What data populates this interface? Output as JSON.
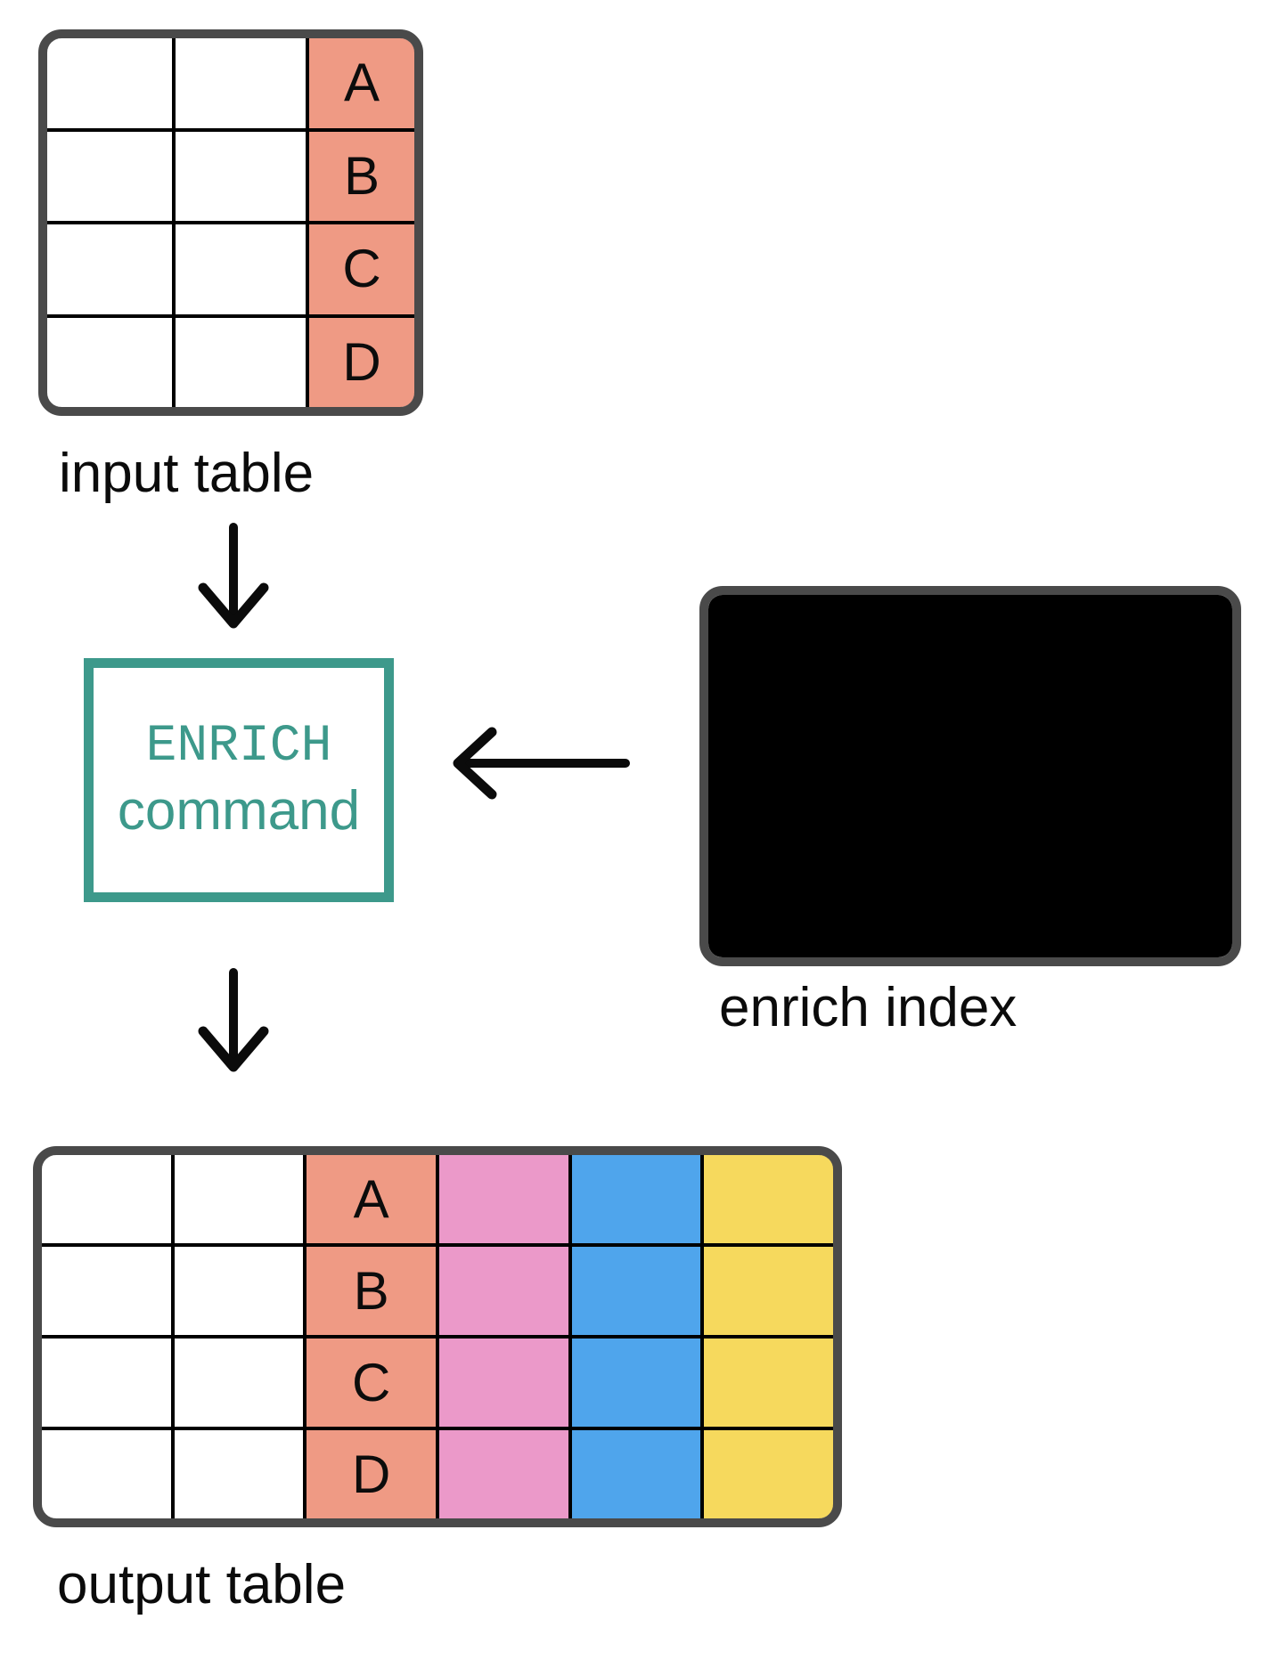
{
  "diagram": {
    "input_table_label": "input table",
    "enrich_index_label": "enrich index",
    "output_table_label": "output table",
    "command_box": {
      "line1": "ENRICH",
      "line2": "command"
    },
    "key_letters": [
      "A",
      "B",
      "C",
      "D"
    ],
    "colors": {
      "white": "#ffffff",
      "salmon": "#ef9a84",
      "pink": "#eb99c9",
      "blue": "#4fa5ec",
      "yellow": "#f6d95d",
      "teal": "#3d998b",
      "border": "#4a4a4a",
      "grid": "#000000"
    },
    "tables": {
      "input": {
        "name": "input-table",
        "rows": 4,
        "letter_column": 2,
        "columns": [
          "white",
          "white",
          "salmon"
        ]
      },
      "enrich": {
        "name": "enrich-index",
        "rows": 4,
        "letter_column": 0,
        "columns": [
          "salmon",
          "pink",
          "blue",
          "yellow"
        ]
      },
      "output": {
        "name": "output-table",
        "rows": 4,
        "letter_column": 2,
        "columns": [
          "white",
          "white",
          "salmon",
          "pink",
          "blue",
          "yellow"
        ]
      }
    }
  }
}
